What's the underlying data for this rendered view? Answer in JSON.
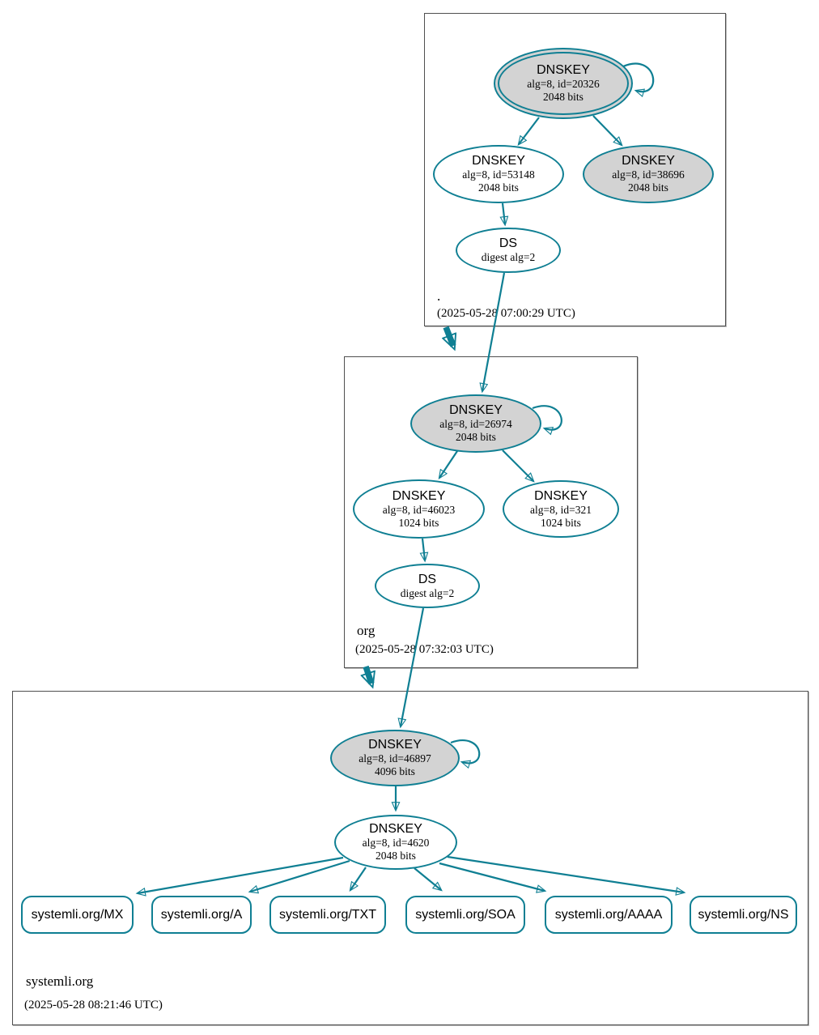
{
  "colors": {
    "accent_teal": "#0f7f93",
    "node_gray_fill": "#d3d3d3",
    "zone_box_border": "#4f4f4f"
  },
  "zones": [
    {
      "label": ".",
      "timestamp": "(2025-05-28 07:00:29 UTC)",
      "nodes": {
        "ksk": {
          "title": "DNSKEY",
          "alg": "alg=8, id=20326",
          "bits": "2048 bits"
        },
        "zsk": {
          "title": "DNSKEY",
          "alg": "alg=8, id=53148",
          "bits": "2048 bits"
        },
        "ksk2": {
          "title": "DNSKEY",
          "alg": "alg=8, id=38696",
          "bits": "2048 bits"
        },
        "ds": {
          "title": "DS",
          "alg": "digest alg=2"
        }
      }
    },
    {
      "label": "org",
      "timestamp": "(2025-05-28 07:32:03 UTC)",
      "nodes": {
        "ksk": {
          "title": "DNSKEY",
          "alg": "alg=8, id=26974",
          "bits": "2048 bits"
        },
        "zsk": {
          "title": "DNSKEY",
          "alg": "alg=8, id=46023",
          "bits": "1024 bits"
        },
        "zsk2": {
          "title": "DNSKEY",
          "alg": "alg=8, id=321",
          "bits": "1024 bits"
        },
        "ds": {
          "title": "DS",
          "alg": "digest alg=2"
        }
      }
    },
    {
      "label": "systemli.org",
      "timestamp": "(2025-05-28 08:21:46 UTC)",
      "nodes": {
        "ksk": {
          "title": "DNSKEY",
          "alg": "alg=8, id=46897",
          "bits": "4096 bits"
        },
        "zsk": {
          "title": "DNSKEY",
          "alg": "alg=8, id=4620",
          "bits": "2048 bits"
        }
      },
      "rrsets": [
        {
          "label": "systemli.org/MX"
        },
        {
          "label": "systemli.org/A"
        },
        {
          "label": "systemli.org/TXT"
        },
        {
          "label": "systemli.org/SOA"
        },
        {
          "label": "systemli.org/AAAA"
        },
        {
          "label": "systemli.org/NS"
        }
      ]
    }
  ]
}
